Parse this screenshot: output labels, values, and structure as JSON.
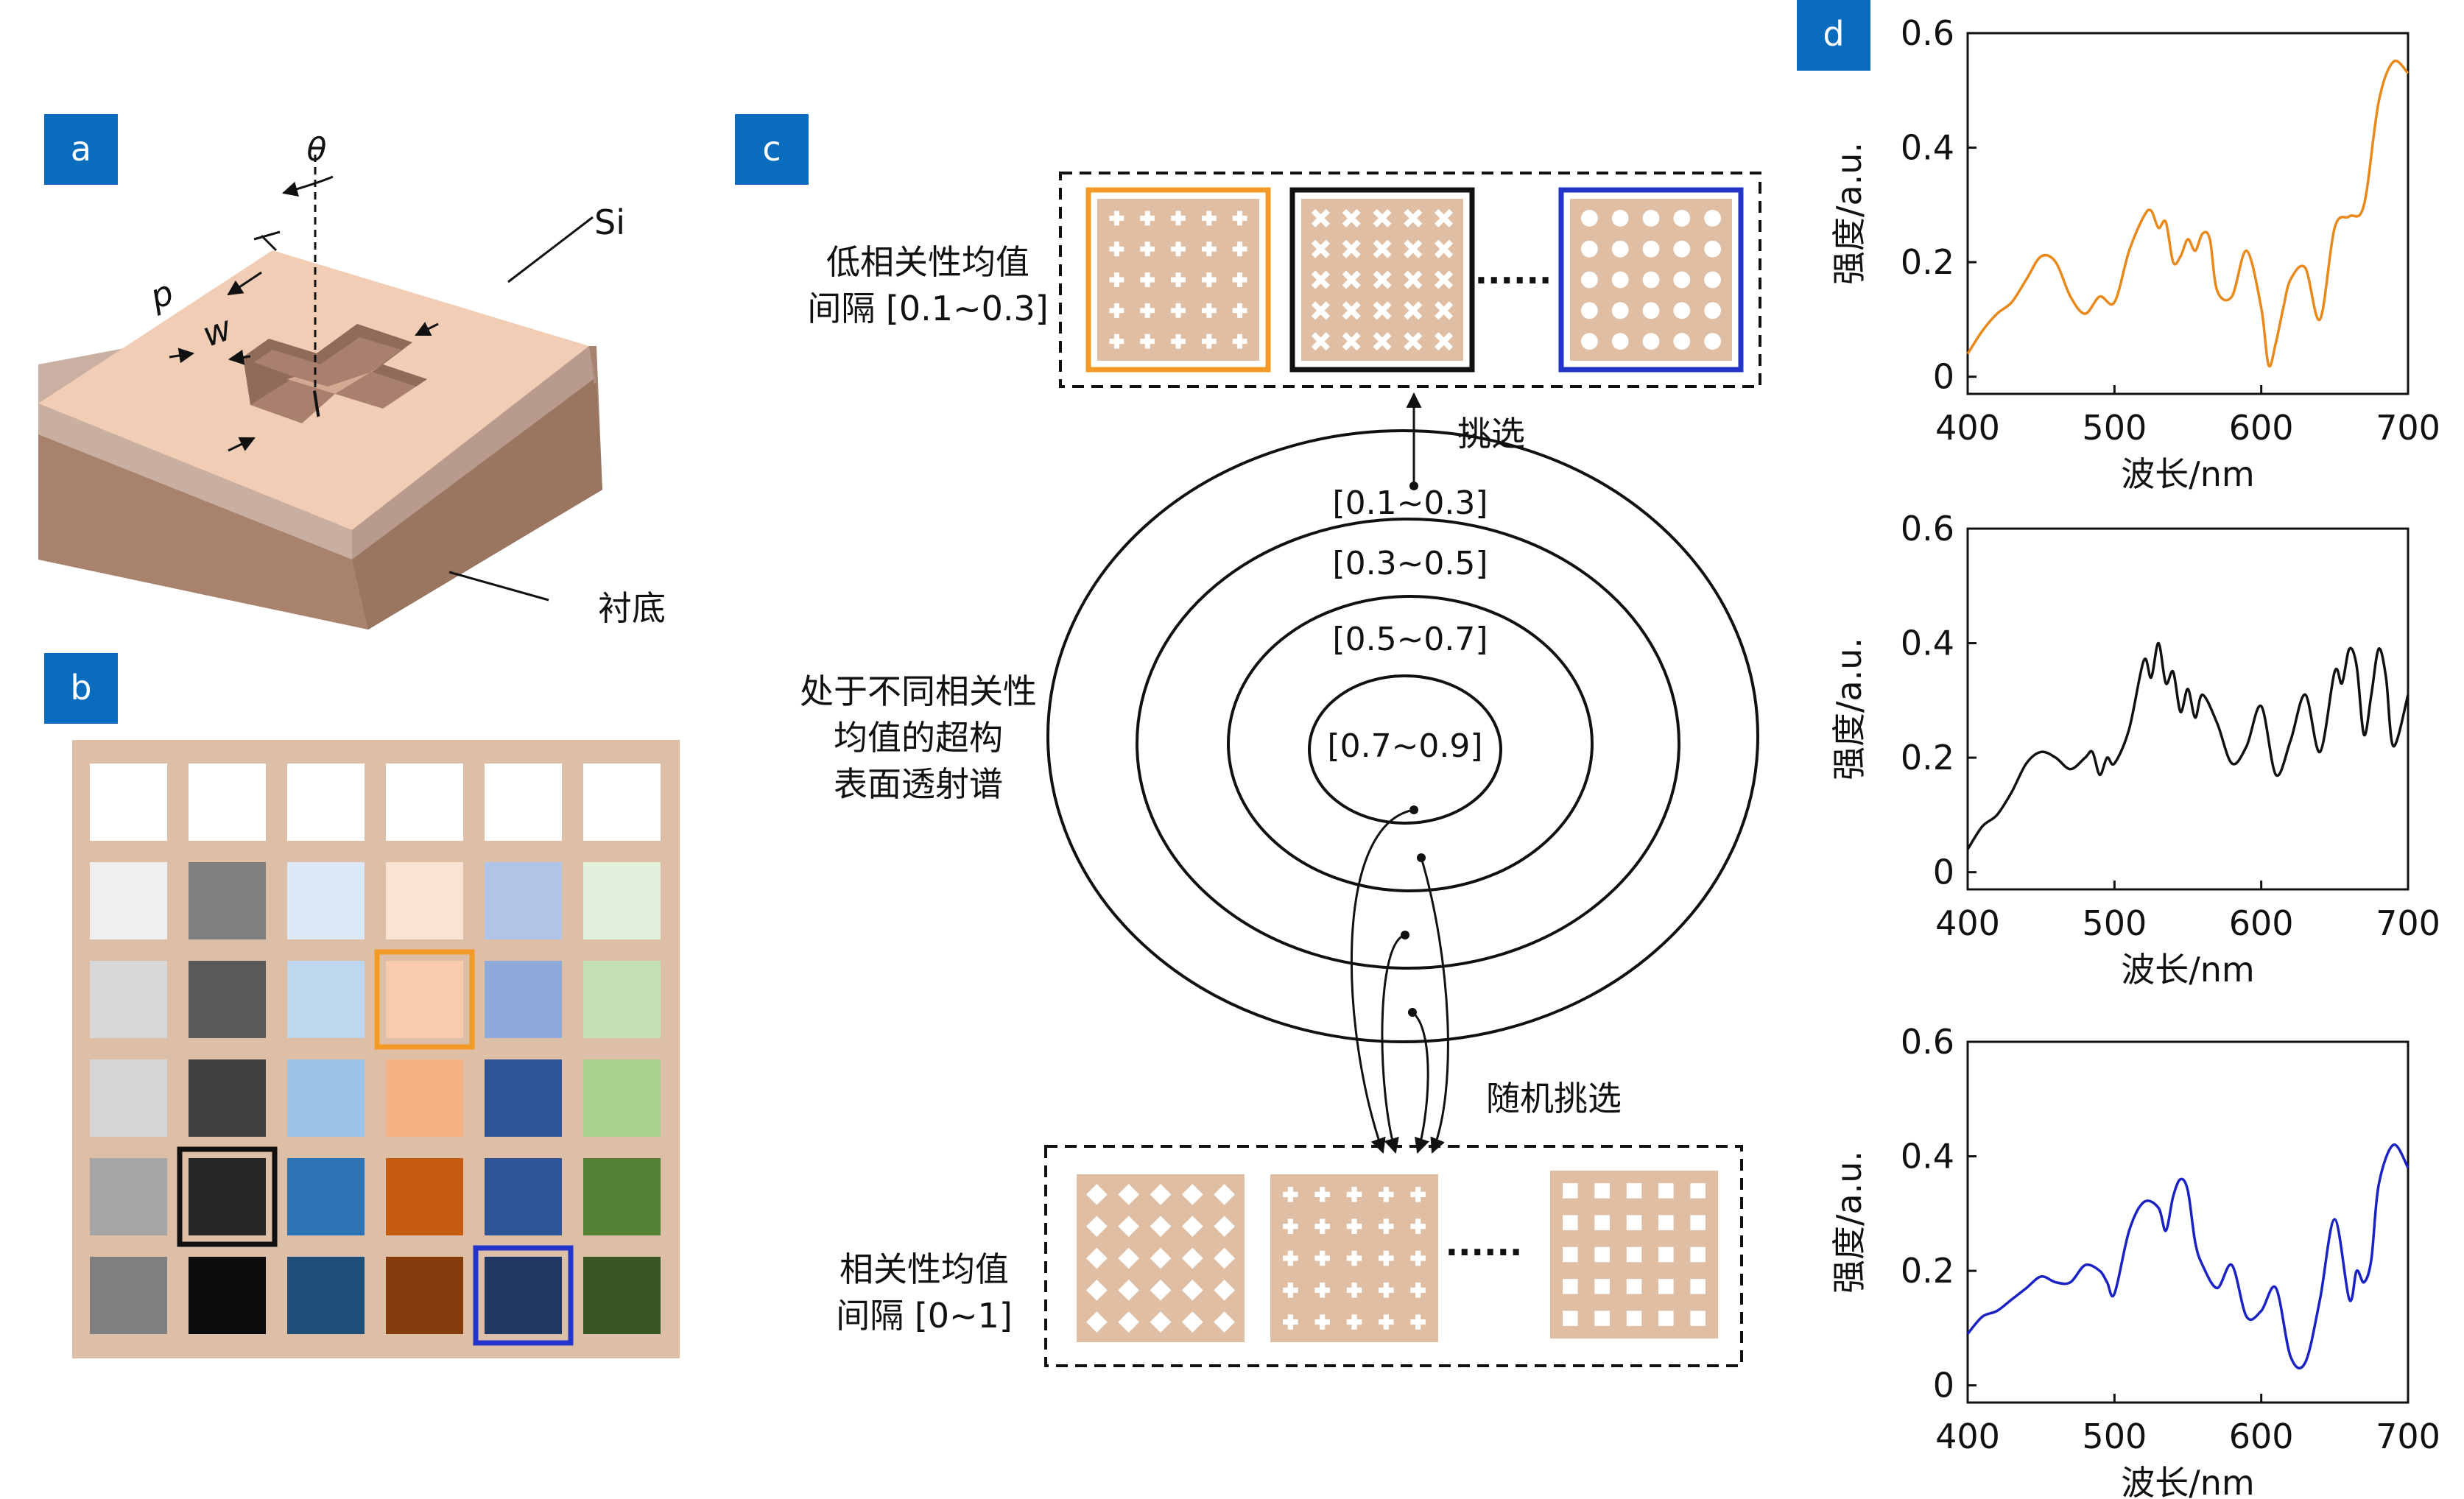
{
  "panels": {
    "a": {
      "label": "a",
      "theta": "θ",
      "p": "p",
      "w": "w",
      "l": "l",
      "si": "Si",
      "substrate": "衬底"
    },
    "b": {
      "label": "b",
      "rows": [
        [
          "#ffffff",
          "#ffffff",
          "#ffffff",
          "#ffffff",
          "#ffffff",
          "#ffffff"
        ],
        [
          "#efefef",
          "#7f7f7f",
          "#dde8f6",
          "#fbe3d4",
          "#b0c4e8",
          "#e2efda"
        ],
        [
          "#d8d8d8",
          "#595959",
          "#bdd7ef",
          "#f8cbad",
          "#8eaadb",
          "#c5e0b4"
        ],
        [
          "#d6d6d6",
          "#3f3f3f",
          "#9dc3e6",
          "#f4b183",
          "#2f5597",
          "#a9d18e"
        ],
        [
          "#a6a6a6",
          "#262626",
          "#2e75b6",
          "#c55a11",
          "#2f5597",
          "#548235"
        ],
        [
          "#808080",
          "#0d0d0d",
          "#1f4e79",
          "#843c0c",
          "#203864",
          "#375623"
        ]
      ],
      "highlights": [
        {
          "row": 2,
          "col": 3,
          "color": "#f39a25"
        },
        {
          "row": 4,
          "col": 1,
          "color": "#111111"
        },
        {
          "row": 5,
          "col": 4,
          "color": "#2334c9"
        }
      ]
    },
    "c": {
      "label": "c",
      "top_box_label_1": "低相关性均值",
      "top_box_label_2": "间隔 [0.1~0.3]",
      "top_dots": "......",
      "select_label": "挑选",
      "ring_labels": [
        "[0.1~0.3]",
        "[0.3~0.5]",
        "[0.5~0.7]",
        "[0.7~0.9]"
      ],
      "left_label_1": "处于不同相关性",
      "left_label_2": "均值的超构",
      "left_label_3": "表面透射谱",
      "random_select_label": "随机挑选",
      "bottom_box_label_1": "相关性均值",
      "bottom_box_label_2": "间隔 [0~1]",
      "bottom_dots": "......",
      "top_frame_colors": [
        "#f39a25",
        "#111111",
        "#2334c9"
      ],
      "pattern_bg": "#dfbea3"
    },
    "d": {
      "label": "d"
    }
  },
  "chart_data": [
    {
      "type": "line",
      "xlabel": "波长/nm",
      "ylabel": "强度/a.u.",
      "xlim": [
        400,
        700
      ],
      "ylim": [
        -0.03,
        0.6
      ],
      "xticks": [
        400,
        500,
        600,
        700
      ],
      "yticks": [
        0,
        0.2,
        0.4,
        0.6
      ],
      "ytick_labels": [
        "0",
        "0.2",
        "0.4",
        "0.6"
      ],
      "color": "#e8891c",
      "series": [
        {
          "x": [
            400,
            410,
            420,
            430,
            440,
            450,
            460,
            470,
            480,
            490,
            500,
            510,
            520,
            525,
            530,
            535,
            540,
            545,
            550,
            555,
            560,
            565,
            570,
            580,
            590,
            600,
            605,
            610,
            615,
            620,
            630,
            640,
            650,
            660,
            670,
            680,
            690,
            700
          ],
          "y": [
            0.04,
            0.08,
            0.11,
            0.13,
            0.17,
            0.21,
            0.2,
            0.14,
            0.11,
            0.14,
            0.13,
            0.22,
            0.28,
            0.29,
            0.26,
            0.27,
            0.2,
            0.21,
            0.24,
            0.22,
            0.25,
            0.24,
            0.15,
            0.14,
            0.22,
            0.12,
            0.02,
            0.06,
            0.12,
            0.17,
            0.19,
            0.1,
            0.26,
            0.28,
            0.3,
            0.48,
            0.55,
            0.53
          ]
        }
      ]
    },
    {
      "type": "line",
      "xlabel": "波长/nm",
      "ylabel": "强度/a.u.",
      "xlim": [
        400,
        700
      ],
      "ylim": [
        -0.03,
        0.6
      ],
      "xticks": [
        400,
        500,
        600,
        700
      ],
      "yticks": [
        0,
        0.2,
        0.4,
        0.6
      ],
      "ytick_labels": [
        "0",
        "0.2",
        "0.4",
        "0.6"
      ],
      "color": "#111111",
      "series": [
        {
          "x": [
            400,
            410,
            420,
            430,
            440,
            450,
            460,
            470,
            480,
            485,
            490,
            495,
            500,
            510,
            520,
            525,
            530,
            535,
            540,
            545,
            550,
            555,
            560,
            570,
            580,
            590,
            600,
            610,
            620,
            630,
            640,
            650,
            655,
            660,
            665,
            670,
            675,
            680,
            685,
            690,
            700
          ],
          "y": [
            0.04,
            0.08,
            0.1,
            0.14,
            0.19,
            0.21,
            0.2,
            0.18,
            0.2,
            0.21,
            0.17,
            0.2,
            0.19,
            0.25,
            0.37,
            0.34,
            0.4,
            0.33,
            0.35,
            0.28,
            0.32,
            0.27,
            0.31,
            0.26,
            0.19,
            0.22,
            0.29,
            0.17,
            0.23,
            0.31,
            0.21,
            0.35,
            0.33,
            0.39,
            0.36,
            0.24,
            0.31,
            0.39,
            0.34,
            0.22,
            0.31
          ]
        }
      ]
    },
    {
      "type": "line",
      "xlabel": "波长/nm",
      "ylabel": "强度/a.u.",
      "xlim": [
        400,
        700
      ],
      "ylim": [
        -0.03,
        0.6
      ],
      "xticks": [
        400,
        500,
        600,
        700
      ],
      "yticks": [
        0,
        0.2,
        0.4,
        0.6
      ],
      "ytick_labels": [
        "0",
        "0.2",
        "0.4",
        "0.6"
      ],
      "color": "#1a22c4",
      "series": [
        {
          "x": [
            400,
            410,
            420,
            430,
            440,
            450,
            460,
            470,
            480,
            490,
            495,
            500,
            510,
            520,
            530,
            535,
            540,
            545,
            550,
            555,
            560,
            570,
            580,
            590,
            600,
            610,
            620,
            630,
            640,
            650,
            660,
            665,
            670,
            675,
            680,
            690,
            700
          ],
          "y": [
            0.09,
            0.12,
            0.13,
            0.15,
            0.17,
            0.19,
            0.18,
            0.18,
            0.21,
            0.2,
            0.18,
            0.16,
            0.27,
            0.32,
            0.31,
            0.27,
            0.33,
            0.36,
            0.34,
            0.25,
            0.21,
            0.17,
            0.21,
            0.12,
            0.13,
            0.17,
            0.05,
            0.04,
            0.15,
            0.29,
            0.15,
            0.2,
            0.18,
            0.22,
            0.35,
            0.42,
            0.38
          ]
        }
      ]
    }
  ]
}
